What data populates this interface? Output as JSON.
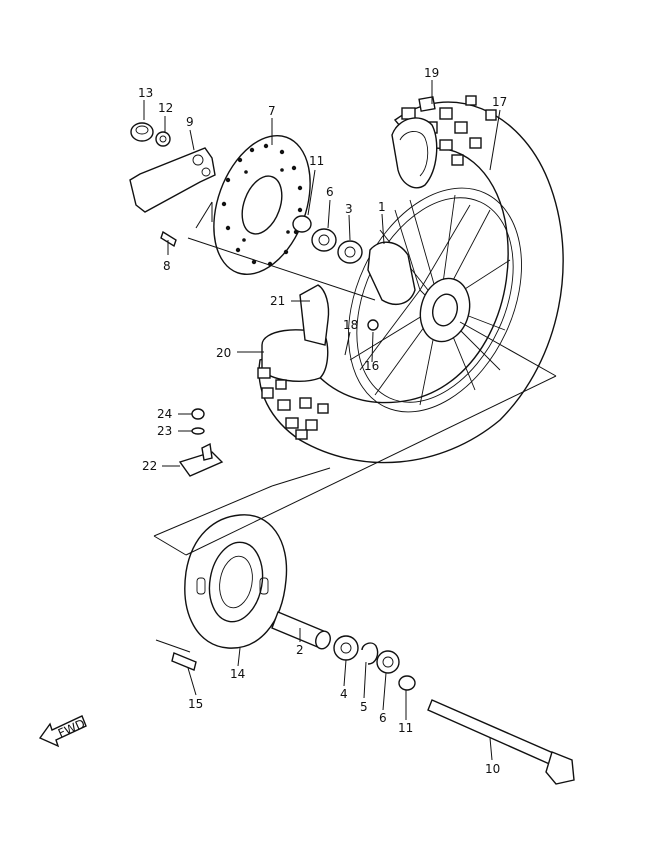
{
  "callouts": {
    "c1": "1",
    "c2": "2",
    "c3": "3",
    "c4": "4",
    "c5": "5",
    "c6a": "6",
    "c6b": "6",
    "c7": "7",
    "c8": "8",
    "c9": "9",
    "c10": "10",
    "c11a": "11",
    "c11b": "11",
    "c12": "12",
    "c13": "13",
    "c14": "14",
    "c15": "15",
    "c16": "16",
    "c17": "17",
    "c18": "18",
    "c19": "19",
    "c20": "20",
    "c21": "21",
    "c22": "22",
    "c23": "23",
    "c24": "24"
  },
  "fwd_label": "FWD"
}
